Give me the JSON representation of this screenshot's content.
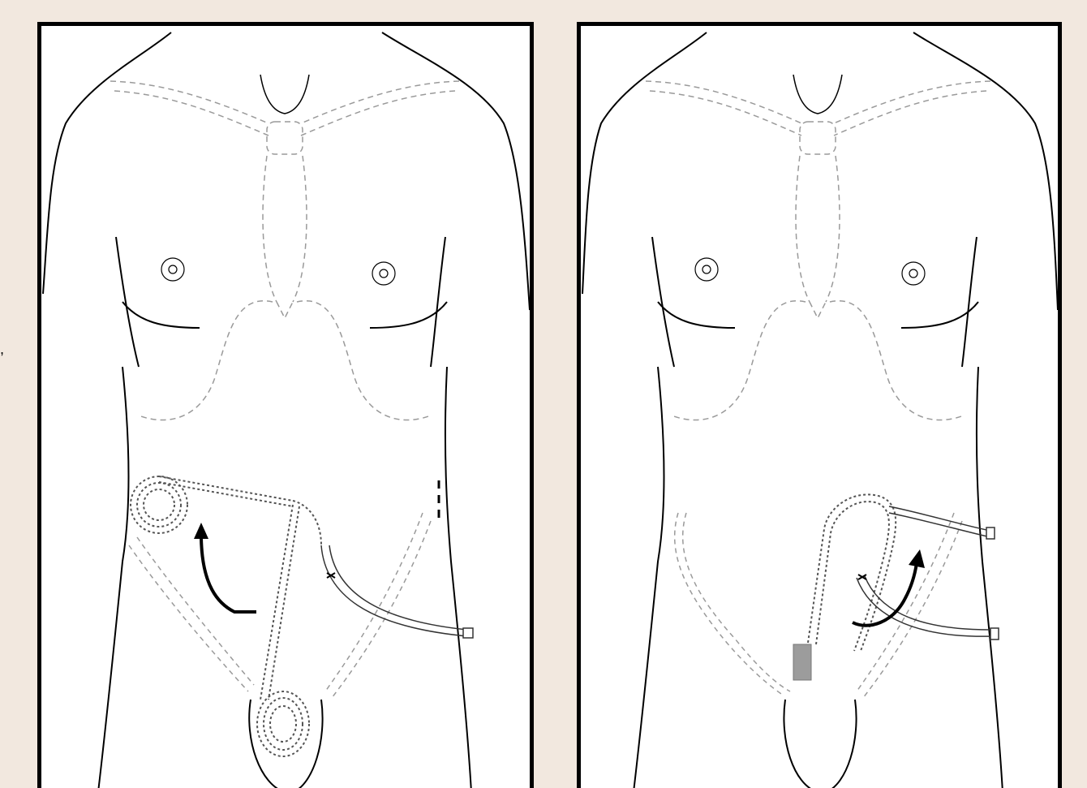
{
  "figure": {
    "panels": [
      {
        "id": "before",
        "structures": [
          "torso-outline",
          "clavicles",
          "sternum",
          "nipples",
          "costal-margin",
          "inguinal-region",
          "coiled-tubing-upper",
          "coiled-tubing-scrotal",
          "drainage-catheter",
          "direction-arrow"
        ]
      },
      {
        "id": "after",
        "structures": [
          "torso-outline",
          "clavicles",
          "sternum",
          "nipples",
          "costal-margin",
          "inguinal-region",
          "tubing-loop",
          "shunt-device",
          "drainage-catheter-upper",
          "drainage-catheter-lower",
          "direction-arrow"
        ]
      }
    ],
    "colors": {
      "background": "#f2e8df",
      "panel": "#ffffff",
      "line": "#000000",
      "dashed": "#9a9a9a",
      "device": "#9c9c9c"
    }
  }
}
